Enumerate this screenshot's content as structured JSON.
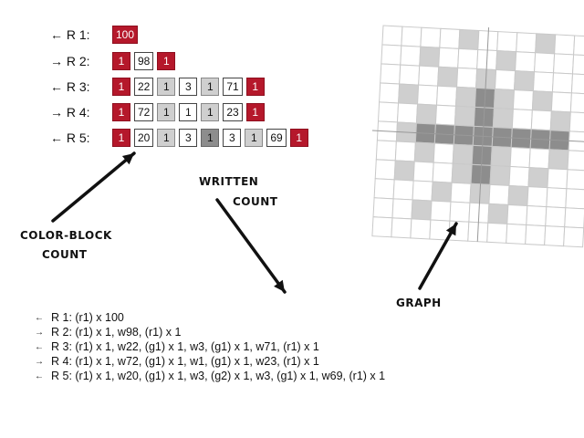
{
  "rows": [
    {
      "label": "← R 1:",
      "cells": [
        {
          "t": "r1",
          "v": "100"
        }
      ]
    },
    {
      "label": "→ R 2:",
      "cells": [
        {
          "t": "r1",
          "v": "1"
        },
        {
          "t": "w",
          "v": "98"
        },
        {
          "t": "r1",
          "v": "1"
        }
      ]
    },
    {
      "label": "← R 3:",
      "cells": [
        {
          "t": "r1",
          "v": "1"
        },
        {
          "t": "w",
          "v": "22"
        },
        {
          "t": "g1",
          "v": "1"
        },
        {
          "t": "w",
          "v": "3"
        },
        {
          "t": "g1",
          "v": "1"
        },
        {
          "t": "w",
          "v": "71"
        },
        {
          "t": "r1",
          "v": "1"
        }
      ]
    },
    {
      "label": "→ R 4:",
      "cells": [
        {
          "t": "r1",
          "v": "1"
        },
        {
          "t": "w",
          "v": "72"
        },
        {
          "t": "g1",
          "v": "1"
        },
        {
          "t": "w",
          "v": "1"
        },
        {
          "t": "g1",
          "v": "1"
        },
        {
          "t": "w",
          "v": "23"
        },
        {
          "t": "r1",
          "v": "1"
        }
      ]
    },
    {
      "label": "← R 5:",
      "cells": [
        {
          "t": "r1",
          "v": "1"
        },
        {
          "t": "w",
          "v": "20"
        },
        {
          "t": "g1",
          "v": "1"
        },
        {
          "t": "w",
          "v": "3"
        },
        {
          "t": "g2",
          "v": "1"
        },
        {
          "t": "w",
          "v": "3"
        },
        {
          "t": "g1",
          "v": "1"
        },
        {
          "t": "w",
          "v": "69"
        },
        {
          "t": "r1",
          "v": "1"
        }
      ]
    }
  ],
  "callouts": {
    "written_line1": "WRITTEN",
    "written_line2": "COUNT",
    "color_block_line1": "COLOR-BLOCK",
    "color_block_line2": "COUNT",
    "graph": "GRAPH"
  },
  "written_rows": [
    {
      "dir": "←",
      "text": "R 1: (r1) x 100"
    },
    {
      "dir": "→",
      "text": "R 2: (r1) x 1, w98, (r1) x 1"
    },
    {
      "dir": "←",
      "text": "R 3: (r1) x 1, w22, (g1) x 1, w3, (g1) x 1, w71, (r1) x 1"
    },
    {
      "dir": "→",
      "text": "R 4: (r1) x 1, w72, (g1) x 1, w1, (g1) x 1, w23, (r1) x 1"
    },
    {
      "dir": "←",
      "text": "R 5: (r1) x 1, w20, (g1) x 1, w3, (g2) x 1, w3, (g1) x 1, w69, (r1) x 1"
    }
  ],
  "colors": {
    "r1": "#b5182b",
    "w": "#ffffff",
    "g1": "#cfcfcf",
    "g2": "#8d8d8d",
    "grid_line": "#c9c9c9",
    "arrow": "#111111"
  },
  "graph": {
    "rows": 11,
    "cols": 11,
    "cells": [
      "00001000100",
      "00100010000",
      "00010101000",
      "01001210100",
      "00101210010",
      "01222222220",
      "00101210010",
      "01001210100",
      "00010101000",
      "00100010000",
      "00000000000"
    ]
  }
}
